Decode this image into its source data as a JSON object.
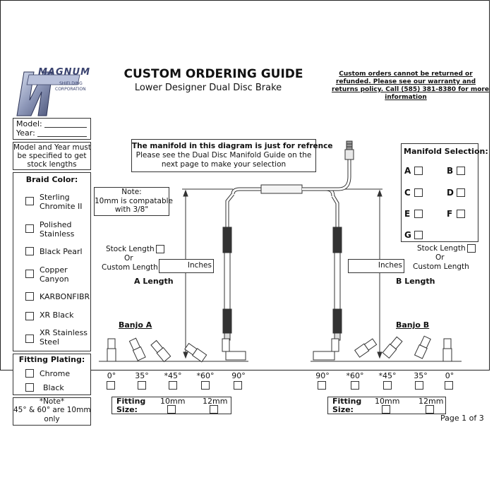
{
  "header": {
    "logo_text": "MAGNUM",
    "logo_sub": [
      "SHIELDING",
      "CORPORATION"
    ],
    "title": "CUSTOM ORDERING GUIDE",
    "subtitle": "Lower Designer Dual Disc Brake",
    "warning": [
      "Custom orders cannot be returned or",
      "refunded. Please see our warranty and",
      "returns policy. Call (585) 381-8380 for more",
      "information"
    ]
  },
  "model_box": {
    "model_label": "Model:",
    "year_label": "Year:"
  },
  "model_note": [
    "Model and Year must",
    "be specified to get",
    "stock lengths"
  ],
  "braid_color": {
    "heading": "Braid Color:",
    "options": [
      [
        "Sterling",
        "Chromite II"
      ],
      [
        "Polished",
        "Stainless"
      ],
      [
        "Black Pearl"
      ],
      [
        "Copper",
        "Canyon"
      ],
      [
        "KARBONFIBR"
      ],
      [
        "XR Black"
      ],
      [
        "XR Stainless",
        "Steel"
      ]
    ]
  },
  "fitting_plating": {
    "heading": "Fitting Plating:",
    "options": [
      "Chrome",
      "Black"
    ]
  },
  "angle_note": [
    "*Note*",
    "45° & 60° are 10mm",
    "only"
  ],
  "manifold_note": {
    "title": "The manifold in this diagram is just for refrence",
    "body": [
      "Please see the Dual Disc Manifold Guide on the",
      "next page to make your selection"
    ]
  },
  "compat_note": [
    "Note:",
    "10mm is compatable",
    "with 3/8\""
  ],
  "manifold_selection": {
    "heading": "Manifold Selection:",
    "options": [
      "A",
      "B",
      "C",
      "D",
      "E",
      "F",
      "G"
    ]
  },
  "length_a": {
    "stock": "Stock Length",
    "or": "Or",
    "custom": "Custom Length",
    "unit": "Inches",
    "label": "A Length"
  },
  "length_b": {
    "stock": "Stock Length",
    "or": "Or",
    "custom": "Custom Length",
    "unit": "Inches",
    "label": "B Length"
  },
  "banjo_a": {
    "label": "Banjo A",
    "angles": [
      "0°",
      "35°",
      "*45°",
      "*60°",
      "90°"
    ]
  },
  "banjo_b": {
    "label": "Banjo B",
    "angles": [
      "90°",
      "*60°",
      "*45°",
      "35°",
      "0°"
    ]
  },
  "fitting_size": {
    "label": [
      "Fitting",
      "Size:"
    ],
    "options": [
      "10mm",
      "12mm"
    ]
  },
  "footer": {
    "page": "Page 1 of 3"
  }
}
